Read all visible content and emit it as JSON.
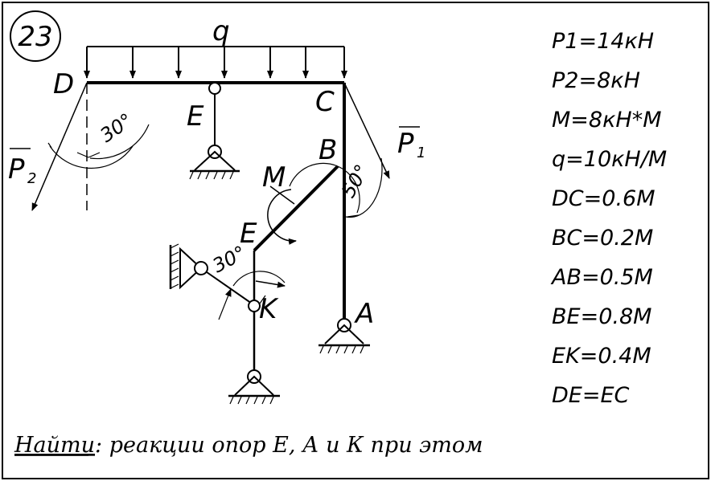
{
  "problem_number": "23",
  "labels": {
    "q": "q",
    "D": "D",
    "C": "C",
    "E_top": "E",
    "B": "B",
    "M": "M",
    "E_mid": "E",
    "K": "K",
    "A": "A",
    "P1": "P",
    "P1_sub": "1",
    "P2": "P",
    "P2_sub": "2",
    "angle_30_top": "30°",
    "angle_50": "50°",
    "angle_30_low": "30°"
  },
  "given": [
    "P1=14кН",
    "P2=8кН",
    "M=8кН*М",
    "q=10кН/М",
    "DC=0.6М",
    "BC=0.2М",
    "AB=0.5М",
    "BE=0.8М",
    "EK=0.4М",
    "DE=EC"
  ],
  "task": {
    "underlined": "Найти",
    "rest": ": реакции опор Е, А и К при этом"
  }
}
